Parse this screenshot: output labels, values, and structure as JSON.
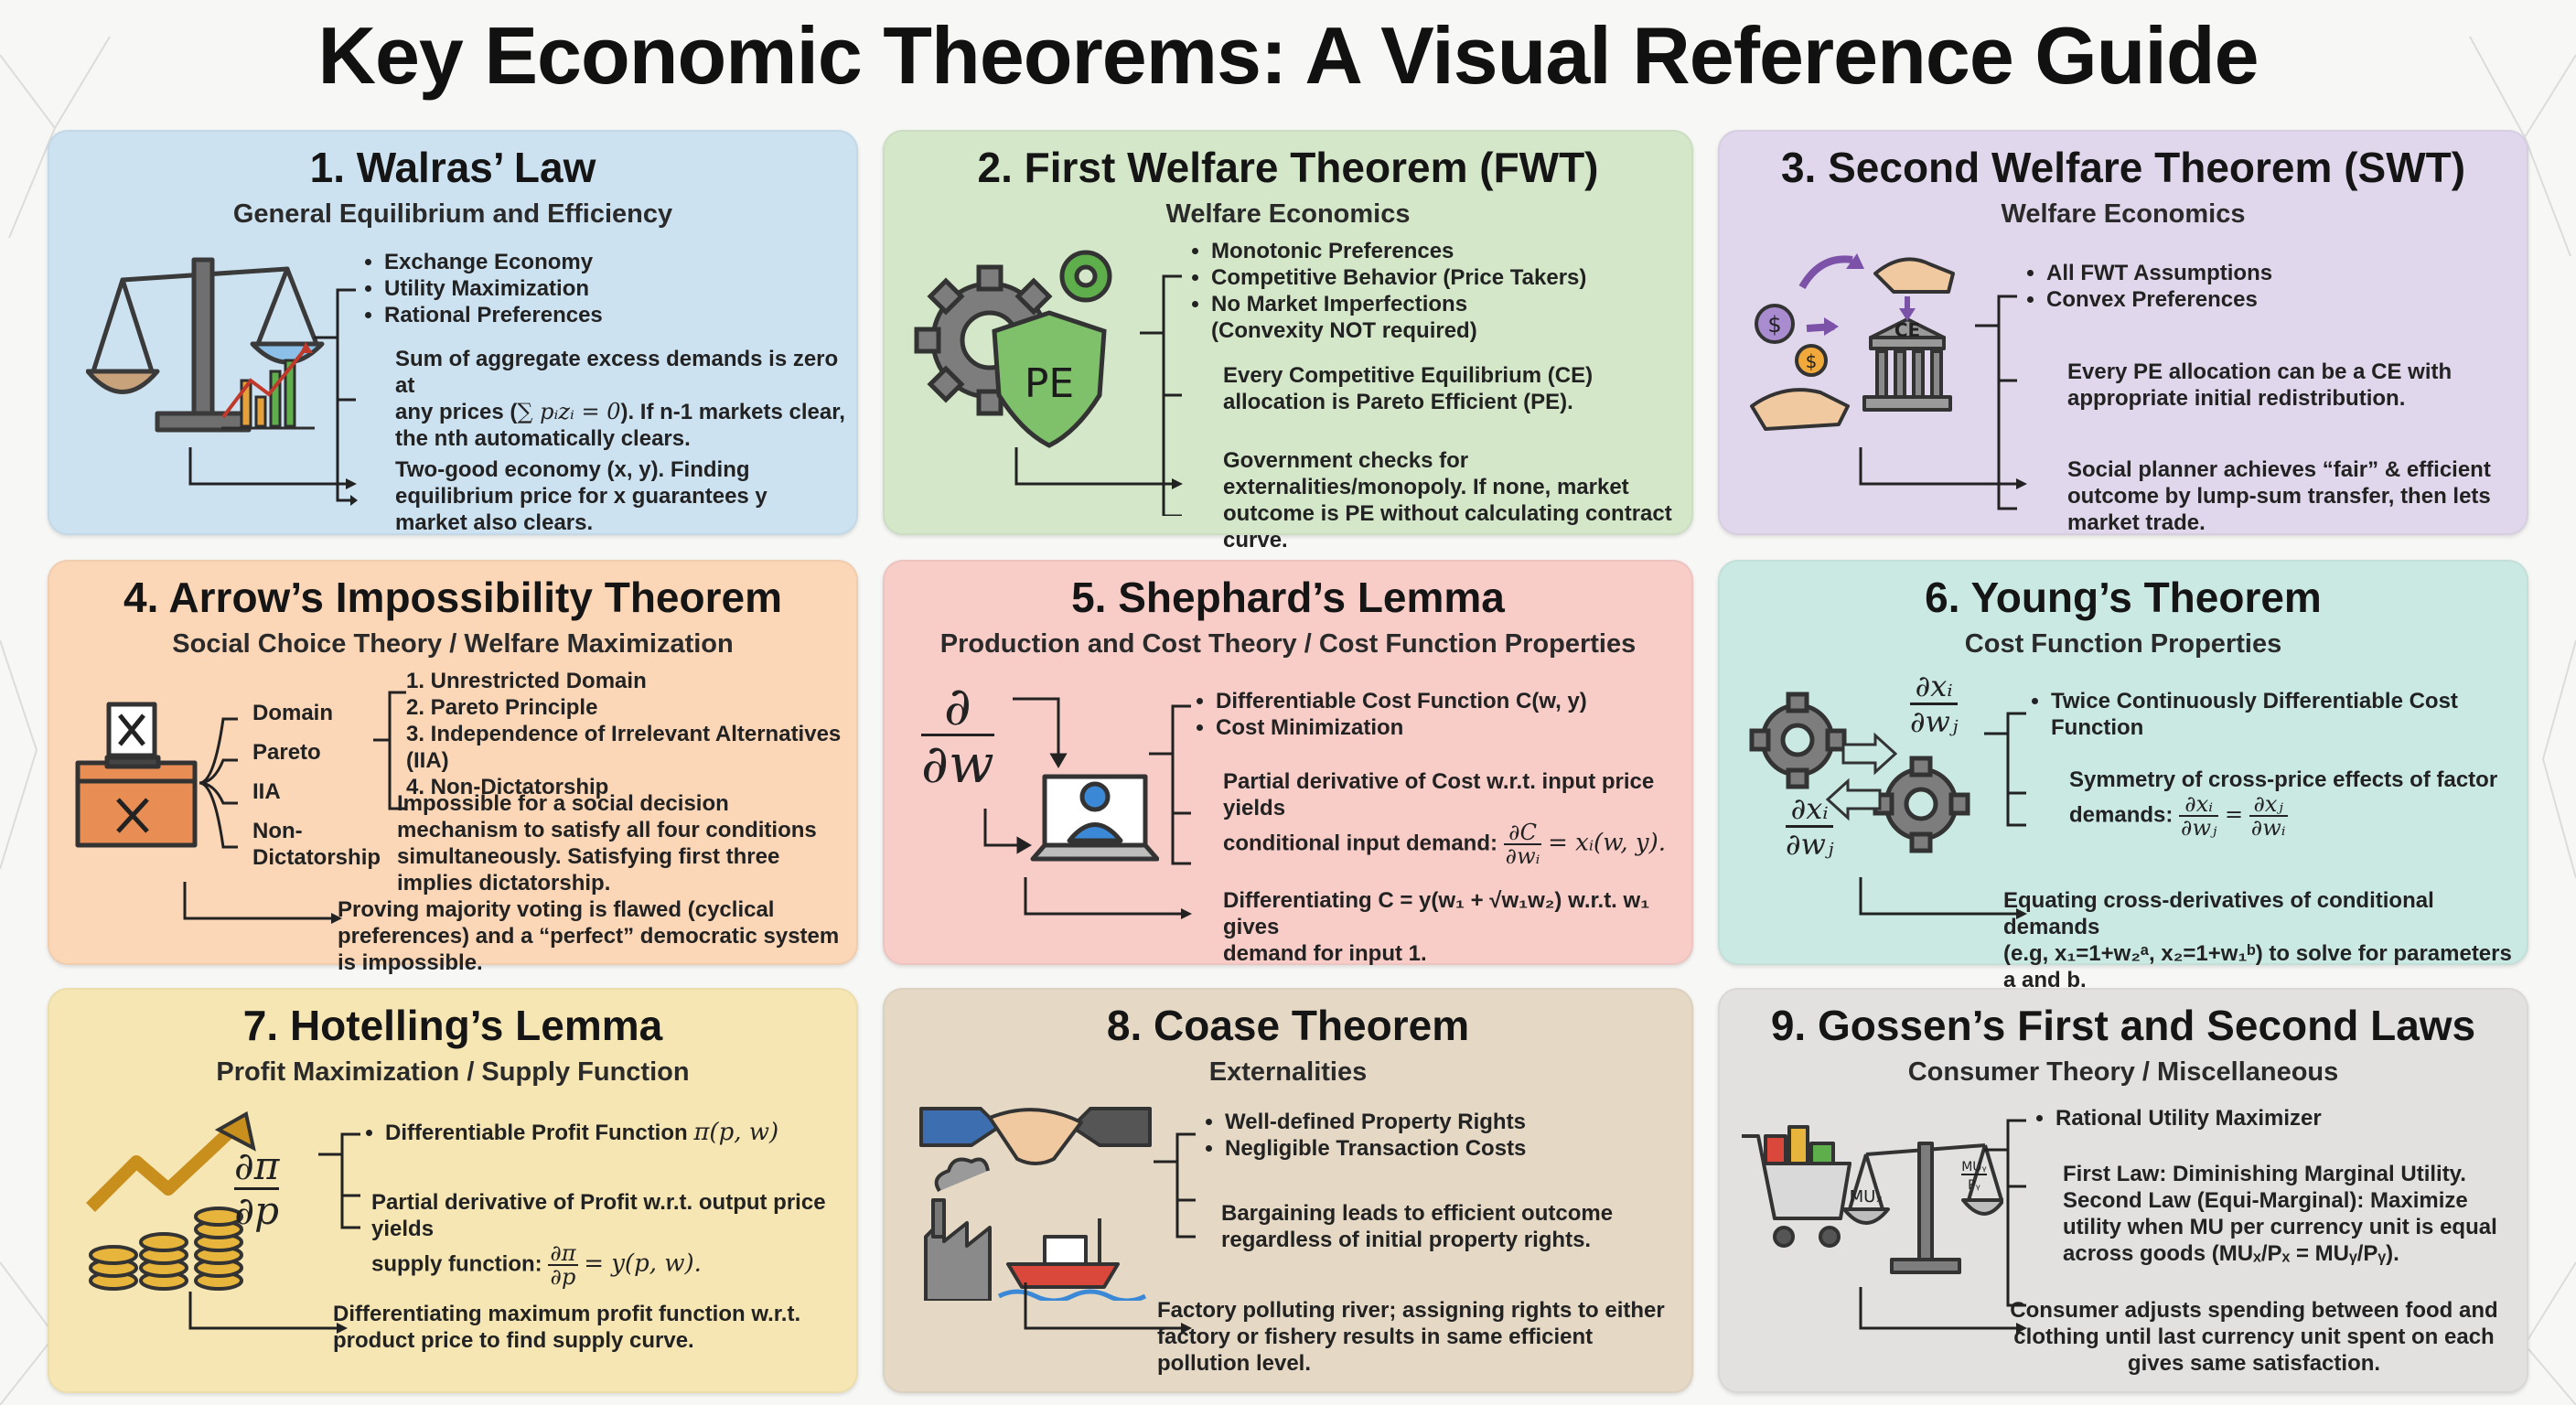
{
  "page_title": "Key Economic Theorems: A Visual Reference Guide",
  "colors": {
    "blue": "#cde2f1",
    "green": "#d4e8c9",
    "purple": "#e1d7ec",
    "orange": "#fbd6b7",
    "pink": "#f8cdc8",
    "teal": "#cae9e2",
    "yellow": "#f6e6b3",
    "tan": "#e5d9c6",
    "gray": "#e2e1e0"
  },
  "cards": {
    "c1": {
      "title": "1. Walras’ Law",
      "subtitle": "General Equilibrium and Efficiency",
      "requirements": [
        "Exchange Economy",
        "Utility Maximization",
        "Rational Preferences"
      ],
      "statement_a": "Sum of aggregate excess demands is zero at",
      "statement_b": "any prices (",
      "statement_math": "∑ pᵢzᵢ = 0",
      "statement_c": "). If n-1 markets clear,",
      "statement_d": "the nth automatically clears.",
      "example": "Two-good economy (x, y). Finding equilibrium price for x guarantees y market also clears.",
      "icon": "balance-scale-chart-icon"
    },
    "c2": {
      "title": "2. First Welfare Theorem (FWT)",
      "subtitle": "Welfare Economics",
      "requirements": [
        "Monotonic Preferences",
        "Competitive Behavior (Price Takers)",
        "No Market Imperfections"
      ],
      "req_note": "(Convexity NOT required)",
      "statement": "Every Competitive Equilibrium (CE) allocation is Pareto Efficient (PE).",
      "example": "Government checks for externalities/monopoly. If none, market outcome is PE without calculating contract curve.",
      "shield_label": "PE",
      "icon": "gears-shield-icon"
    },
    "c3": {
      "title": "3. Second Welfare Theorem (SWT)",
      "subtitle": "Welfare Economics",
      "requirements": [
        "All FWT Assumptions",
        "Convex Preferences"
      ],
      "statement": "Every PE allocation can be a CE with appropriate initial redistribution.",
      "example": "Social planner achieves “fair” & efficient outcome by lump-sum transfer, then lets market trade.",
      "building_label": "CE",
      "coin_label": "$",
      "icon": "redistribution-icon"
    },
    "c4": {
      "title": "4. Arrow’s Impossibility Theorem",
      "subtitle": "Social Choice Theory / Welfare Maximization",
      "options": [
        "Domain",
        "Pareto",
        "IIA",
        "Non-\nDictatorship"
      ],
      "requirements": [
        "1. Unrestricted Domain",
        "2. Pareto Principle",
        "3. Independence of Irrelevant Alternatives (IIA)",
        "4. Non-Dictatorship"
      ],
      "statement": "Impossible for a social decision mechanism to satisfy all four conditions simultaneously. Satisfying first three implies dictatorship.",
      "example": "Proving majority voting is flawed (cyclical preferences) and a “perfect” democratic system is impossible.",
      "icon": "ballot-box-icon"
    },
    "c5": {
      "title": "5. Shephard’s Lemma",
      "subtitle": "Production and Cost Theory / Cost Function Properties",
      "operator_num": "∂",
      "operator_den": "∂w",
      "requirements": [
        "Differentiable Cost Function C(w, y)",
        "Cost Minimization"
      ],
      "statement_a": "Partial derivative of Cost w.r.t. input price yields",
      "statement_b": "conditional input demand:",
      "formula_num": "∂C",
      "formula_den": "∂wᵢ",
      "formula_rhs": "= xᵢ(w, y).",
      "example_a": "Differentiating C = y(w₁ + √w₁w₂) w.r.t. w₁ gives",
      "example_b": "demand for input 1.",
      "icon": "laptop-user-icon"
    },
    "c6": {
      "title": "6. Young’s Theorem",
      "subtitle": "Cost Function Properties",
      "top_num": "∂xᵢ",
      "top_den": "∂wⱼ",
      "left_num": "∂xᵢ",
      "left_den": "∂wⱼ",
      "requirements": [
        "Twice Continuously Differentiable Cost Function"
      ],
      "statement_a": "Symmetry of cross-price effects of factor",
      "statement_b": "demands:",
      "f1_num": "∂xᵢ",
      "f1_den": "∂wⱼ",
      "f2_num": "∂xⱼ",
      "f2_den": "∂wᵢ",
      "equals": "=",
      "example_a": "Equating cross-derivatives of conditional demands",
      "example_b": "(e.g, x₁=1+w₂ᵃ, x₂=1+w₁ᵇ) to solve for parameters a and b.",
      "icon": "twin-gears-icon"
    },
    "c7": {
      "title": "7. Hotelling’s Lemma",
      "subtitle": "Profit Maximization / Supply Function",
      "operator_num": "∂π",
      "operator_den": "∂p",
      "requirements": [
        "Differentiable Profit Function"
      ],
      "req_math": "π(p, w)",
      "statement_a": "Partial derivative of Profit w.r.t. output price yields",
      "statement_b": "supply function:",
      "formula_num": "∂π",
      "formula_den": "∂p",
      "formula_rhs": "= y(p, w).",
      "example": "Differentiating maximum profit function w.r.t. product price to find supply curve.",
      "icon": "coins-growth-icon"
    },
    "c8": {
      "title": "8. Coase Theorem",
      "subtitle": "Externalities",
      "requirements": [
        "Well-defined Property Rights",
        "Negligible Transaction Costs"
      ],
      "statement": "Bargaining leads to efficient outcome regardless of initial property rights.",
      "example": "Factory polluting river; assigning rights to either factory or fishery results in same efficient pollution level.",
      "icon": "handshake-factory-boat-icon"
    },
    "c9": {
      "title": "9. Gossen’s First and Second Laws",
      "subtitle": "Consumer Theory / Miscellaneous",
      "requirements": [
        "Rational Utility Maximizer"
      ],
      "statement": "First Law: Diminishing Marginal Utility. Second Law (Equi-Marginal): Maximize utility when MU per currency unit is equal across goods (MUₓ/Pₓ = MUᵧ/Pᵧ).",
      "scale_left": "MUₓ",
      "scale_right_num": "MUᵧ",
      "scale_right_den": "Pᵧ",
      "example": "Consumer adjusts spending between food and clothing until last currency unit spent on each gives same satisfaction.",
      "icon": "cart-scale-icon"
    }
  }
}
